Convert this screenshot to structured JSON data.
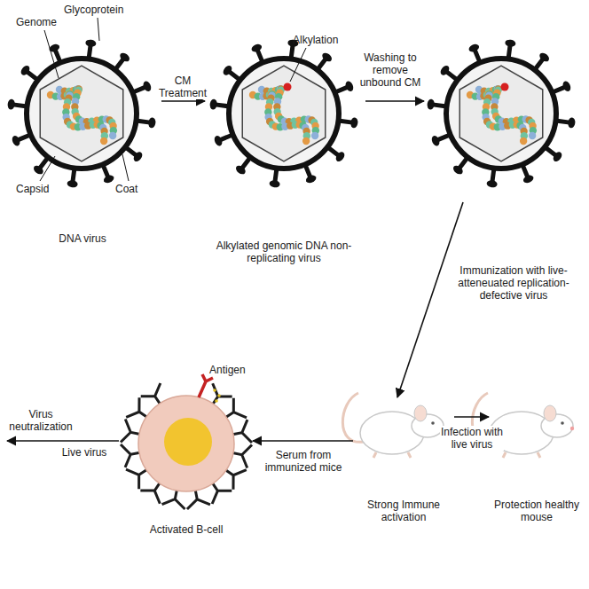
{
  "diagram": {
    "nodes": [
      {
        "text": [
          "DNA virus"
        ]
      },
      {
        "text": [
          "Alkylated genomic DNA non-replicating virus"
        ]
      },
      {
        "text": [
          "Strong Immune activation"
        ]
      },
      {
        "text": [
          "Protection healthy mouse"
        ]
      },
      {
        "text": [
          "Activated B-cell"
        ]
      }
    ],
    "edges": [
      {
        "from": 0,
        "to": 1,
        "label": "CM Treatment",
        "arrow": "to"
      },
      {
        "from": 2,
        "to": 4,
        "label": "Serum from immunized mice",
        "arrow": "to"
      },
      {
        "from": 2,
        "to": 3,
        "label": "Infection with live virus",
        "arrow": "to"
      }
    ],
    "labels": [
      "Genome",
      "Glycoprotein",
      "Capsid",
      "Coat",
      "Alkylation",
      "Washing to remove unbound CM",
      "Immunization with live-atteneuated replication-defective virus",
      "Antigen",
      "Live virus",
      "Virus neutralization"
    ]
  }
}
